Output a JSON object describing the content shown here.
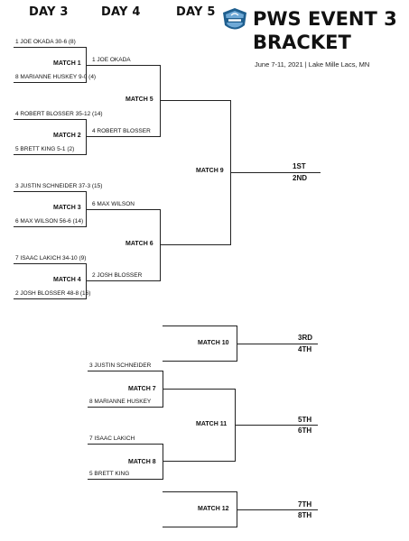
{
  "header": {
    "day3": "DAY 3",
    "day4": "DAY 4",
    "day5": "DAY 5",
    "title_line1": "PWS EVENT 3",
    "title_line2": "BRACKET",
    "subtitle": "June 7-11, 2021  |  Lake Mille Lacs, MN",
    "logo_icon": "pws-shield-logo-icon"
  },
  "entries": {
    "m1_top": "1 JOE OKADA  30-6 (8)",
    "m1_bot": "8 MARIANNE HUSKEY 9-0 (4)",
    "m2_top": "4 ROBERT BLOSSER  35-12 (14)",
    "m2_bot": "5 BRETT KING  5-1 (2)",
    "m3_top": "3 JUSTIN SCHNEIDER  37-3 (15)",
    "m3_bot": "6 MAX WILSON  56-6 (14)",
    "m4_top": "7 ISAAC LAKICH  34-10 (9)",
    "m4_bot": "2 JOSH BLOSSER  48-8 (16)",
    "m5_top": "1 JOE OKADA",
    "m5_bot": "4 ROBERT BLOSSER",
    "m6_top": "6 MAX WILSON",
    "m6_bot": "2 JOSH BLOSSER",
    "m7_top": "3 JUSTIN SCHNEIDER",
    "m7_bot": "8 MARIANNE HUSKEY",
    "m8_top": "7 ISAAC LAKICH",
    "m8_bot": "5 BRETT KING"
  },
  "matches": {
    "m1": "MATCH 1",
    "m2": "MATCH 2",
    "m3": "MATCH 3",
    "m4": "MATCH 4",
    "m5": "MATCH 5",
    "m6": "MATCH 6",
    "m7": "MATCH 7",
    "m8": "MATCH 8",
    "m9": "MATCH 9",
    "m10": "MATCH 10",
    "m11": "MATCH 11",
    "m12": "MATCH 12"
  },
  "places": {
    "first": "1ST",
    "second": "2ND",
    "third": "3RD",
    "fourth": "4TH",
    "fifth": "5TH",
    "sixth": "6TH",
    "seventh": "7TH",
    "eighth": "8TH"
  },
  "colors": {
    "line": "#222222",
    "logo_blue": "#1f5f8f",
    "logo_light": "#6fa9d6"
  }
}
